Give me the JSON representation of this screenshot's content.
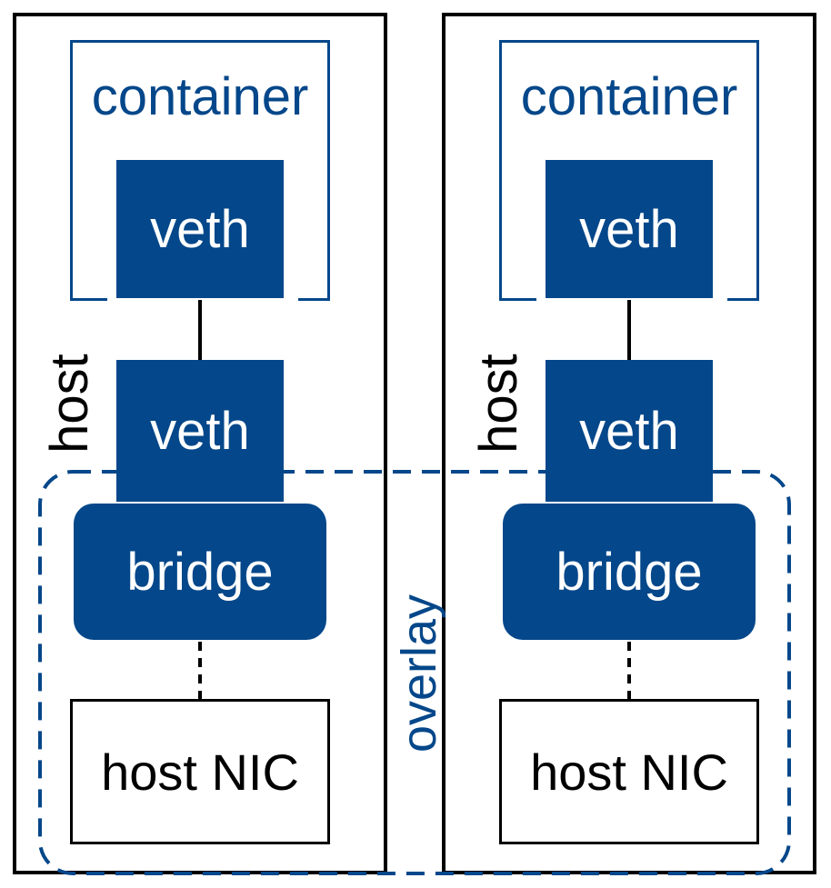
{
  "labels": {
    "host": "host",
    "container": "container",
    "veth": "veth",
    "bridge": "bridge",
    "host_nic": "host NIC",
    "overlay": "overlay"
  },
  "colors": {
    "accent": "#04478a",
    "outline": "#000000",
    "background": "#ffffff"
  }
}
